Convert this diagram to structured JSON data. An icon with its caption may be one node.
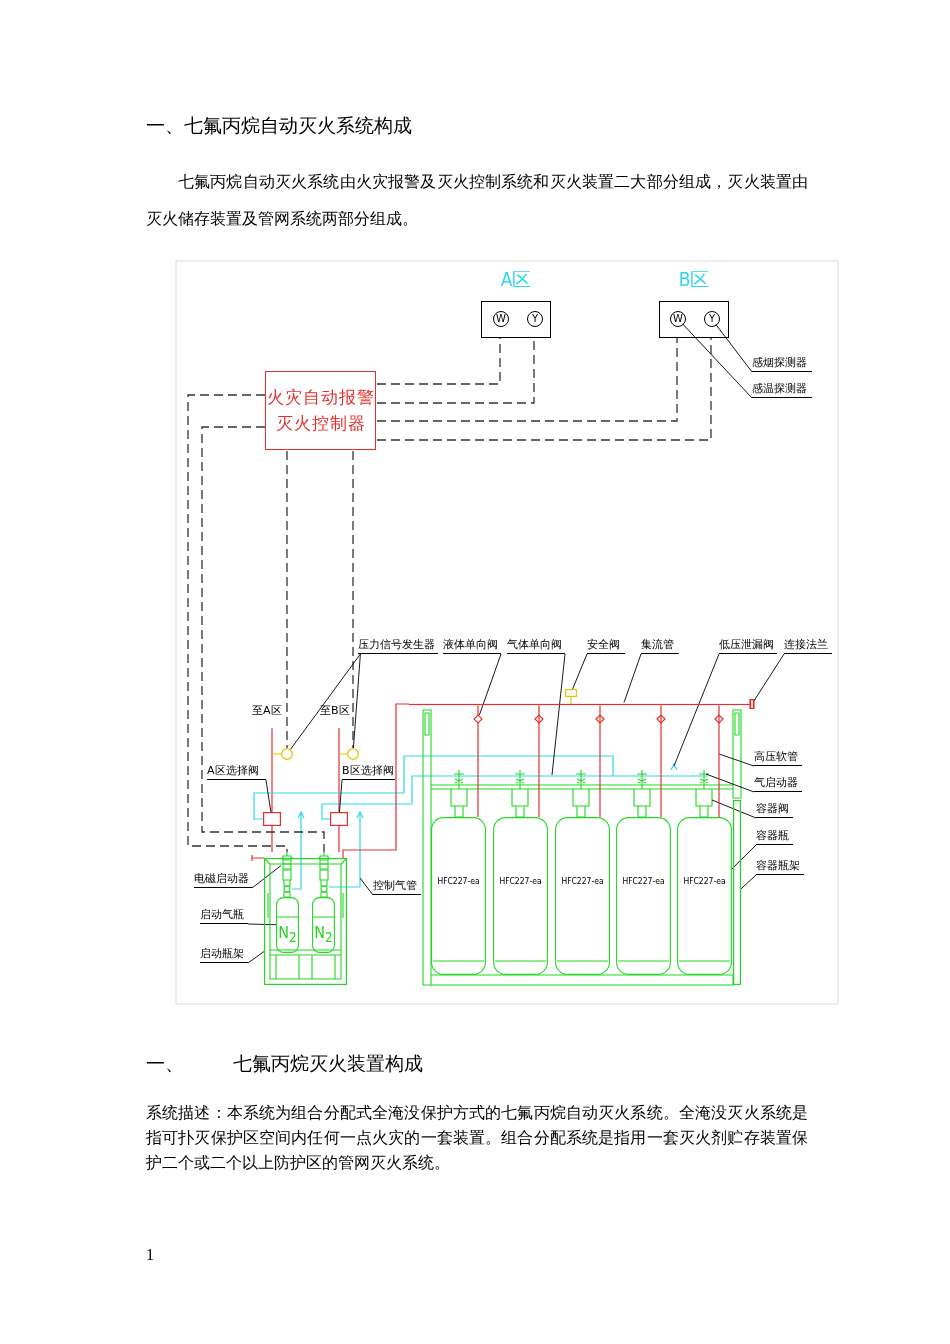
{
  "diagram": {
    "title": "一、七氟丙烷自动灭火系统构成",
    "nodes": [
      {
        "text": [
          "A区"
        ]
      },
      {
        "text": [
          "W"
        ],
        "in": 0
      },
      {
        "text": [
          "Y"
        ],
        "in": 0
      },
      {
        "text": [
          "B区"
        ]
      },
      {
        "text": [
          "W"
        ],
        "in": 3
      },
      {
        "text": [
          "Y"
        ],
        "in": 3
      },
      {
        "text": [
          "火灾自动报警灭火控制器"
        ]
      },
      {
        "text": [
          "感烟探测器"
        ]
      },
      {
        "text": [
          "感温探测器"
        ]
      },
      {
        "text": [
          "压力信号发生器"
        ]
      },
      {
        "text": [],
        "shape": "circle"
      },
      {
        "text": [],
        "shape": "circle"
      },
      {
        "text": [
          "液体单向阀"
        ]
      },
      {
        "text": [
          "气体单向阀"
        ]
      },
      {
        "text": [
          "安全阀"
        ]
      },
      {
        "text": [],
        "shape": "box"
      },
      {
        "text": [
          "集流管"
        ]
      },
      {
        "text": [
          "低压泄漏阀"
        ]
      },
      {
        "text": [
          "连接法兰"
        ]
      },
      {
        "text": [],
        "shape": "bar"
      },
      {
        "text": [
          "A区选择阀"
        ]
      },
      {
        "text": [],
        "shape": "box"
      },
      {
        "text": [
          "B区选择阀"
        ]
      },
      {
        "text": [],
        "shape": "box"
      },
      {
        "text": [
          "高压软管"
        ]
      },
      {
        "text": [
          "气启动器"
        ]
      },
      {
        "text": [
          "容器阀"
        ]
      },
      {
        "text": [
          "容器瓶"
        ]
      },
      {
        "text": [
          "容器瓶架"
        ]
      },
      {
        "text": [
          "电磁启动器"
        ]
      },
      {
        "text": [],
        "shape": "valve"
      },
      {
        "text": [],
        "shape": "valve"
      },
      {
        "text": [
          "启动气瓶"
        ]
      },
      {
        "text": [
          "启动瓶架"
        ]
      },
      {
        "text": [
          "控制气管"
        ]
      },
      {
        "text": [],
        "shape": "box"
      },
      {
        "text": [
          "N$_{2}$"
        ],
        "in": 35
      },
      {
        "text": [
          "N$_{2}$"
        ],
        "in": 35
      },
      {
        "text": [],
        "shape": "bar"
      },
      {
        "text": [
          "HFC227-ea"
        ]
      },
      {
        "text": [
          "HFC227-ea"
        ]
      },
      {
        "text": [
          "HFC227-ea"
        ]
      },
      {
        "text": [
          "HFC227-ea"
        ]
      },
      {
        "text": [
          "HFC227-ea"
        ]
      },
      {
        "text": [],
        "shape": "bar"
      },
      {
        "text": [],
        "shape": "valve"
      }
    ],
    "edges": [
      {
        "from": 6,
        "to": 0,
        "arrow": "none",
        "style": "dashed"
      },
      {
        "from": 6,
        "to": 0,
        "arrow": "none",
        "style": "dashed"
      },
      {
        "from": 6,
        "to": 3,
        "arrow": "none",
        "style": "dashed"
      },
      {
        "from": 6,
        "to": 3,
        "arrow": "none",
        "style": "dashed"
      },
      {
        "from": 6,
        "to": 30,
        "arrow": "none",
        "style": "dashed"
      },
      {
        "from": 6,
        "to": 31,
        "arrow": "none",
        "style": "dashed"
      },
      {
        "from": 6,
        "to": 10,
        "arrow": "none",
        "style": "dashed"
      },
      {
        "from": 6,
        "to": 11,
        "arrow": "none",
        "style": "dashed"
      },
      {
        "from": 7,
        "to": 5,
        "arrow": "none"
      },
      {
        "from": 8,
        "to": 4,
        "arrow": "none"
      },
      {
        "from": 9,
        "to": 10,
        "arrow": "none"
      },
      {
        "from": 9,
        "to": 11,
        "arrow": "none"
      },
      {
        "from": 12,
        "to": 45,
        "arrow": "none"
      },
      {
        "from": 13,
        "to": null,
        "arrow": "none"
      },
      {
        "from": 14,
        "to": 15,
        "arrow": "none"
      },
      {
        "from": 16,
        "to": 44,
        "arrow": "none"
      },
      {
        "from": 17,
        "to": null,
        "arrow": "none"
      },
      {
        "from": 18,
        "to": 19,
        "arrow": "none"
      },
      {
        "from": 20,
        "to": 21,
        "arrow": "none"
      },
      {
        "from": 22,
        "to": 23,
        "arrow": "none"
      },
      {
        "from": 24,
        "to": null,
        "arrow": "none"
      },
      {
        "from": 25,
        "to": null,
        "arrow": "none"
      },
      {
        "from": 26,
        "to": null,
        "arrow": "none"
      },
      {
        "from": 27,
        "to": 43,
        "arrow": "none"
      },
      {
        "from": 28,
        "to": 38,
        "arrow": "none"
      },
      {
        "from": 29,
        "to": 30,
        "arrow": "none"
      },
      {
        "from": 32,
        "to": 36,
        "arrow": "none"
      },
      {
        "from": 33,
        "to": 35,
        "arrow": "none"
      },
      {
        "from": 34,
        "to": null,
        "arrow": "none"
      },
      {
        "from": 44,
        "to": 35,
        "arrow": "none",
        "color": "#e53030"
      },
      {
        "from": 44,
        "to": 45,
        "arrow": "none",
        "color": "#e53030"
      },
      {
        "from": 45,
        "to": 39,
        "arrow": "none",
        "color": "#e53030"
      },
      {
        "from": 44,
        "to": 40,
        "arrow": "none",
        "color": "#e53030"
      },
      {
        "from": 44,
        "to": 41,
        "arrow": "none",
        "color": "#e53030"
      },
      {
        "from": 44,
        "to": 42,
        "arrow": "none",
        "color": "#e53030"
      },
      {
        "from": 44,
        "to": 43,
        "arrow": "none",
        "color": "#e53030"
      }
    ],
    "labels": [
      "七氟丙烷自动灭火系统由火灾报警及灭火控制系统和灭火装置二大部分组成，灭火装置由灭火储存装置及管网系统两部分组成。",
      "至A区",
      "至B区",
      "一、 七氟丙烷灭火装置构成",
      "系统描述：本系统为组合分配式全淹没保护方式的七氟丙烷自动灭火系统。全淹没灭火系统是指可扑灭保护区空间内任何一点火灾的一套装置。组合分配系统是指用一套灭火剂贮存装置保护二个或二个以上防护区的管网灭火系统。",
      "1"
    ]
  }
}
